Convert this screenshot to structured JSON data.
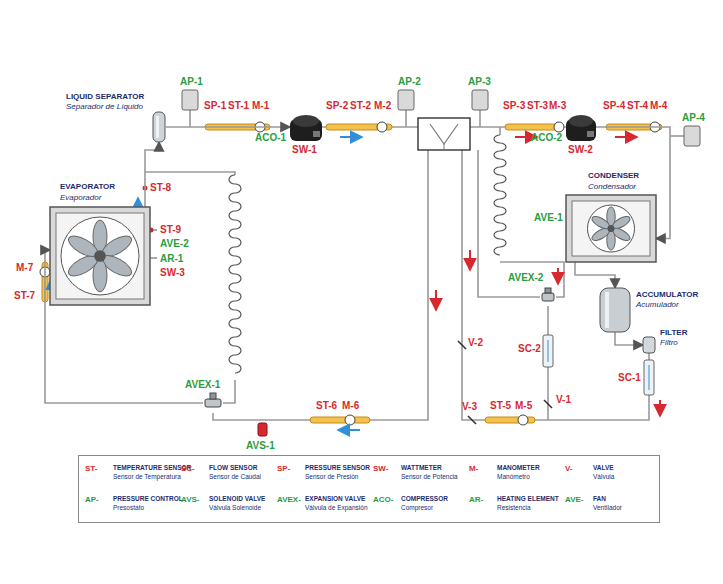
{
  "diagram": {
    "nodes": [
      {
        "text": [
          "LIQUID SEPARATOR",
          "Separador de Líquido"
        ]
      },
      {
        "text": [
          "ACO-1"
        ]
      },
      {
        "text": [
          "ACO-2"
        ]
      },
      {
        "text": [
          "EVAPORATOR",
          "Evaporador"
        ]
      },
      {
        "text": [
          "CONDENSER",
          "Condensador"
        ]
      },
      {
        "text": [
          "ACCUMULATOR",
          "Acumulador"
        ]
      },
      {
        "text": [
          "AVEX-2"
        ]
      },
      {
        "text": [
          "FILTER",
          "Filtro"
        ]
      },
      {
        "text": [
          "AVEX-1"
        ]
      },
      {
        "text": [
          "ST-",
          "TEMPERATURE SENSOR",
          "Sensor de Temperatura",
          "SC-",
          "FLOW SENSOR",
          "Sensor de Caudal",
          "SP-",
          "PRESSURE SENSOR",
          "Sensor de Presión",
          "SW-",
          "WATTMETER",
          "Sensor de Potencia",
          "M-",
          "MANOMETER",
          "Manómetro",
          "V-",
          "VALVE",
          "Válvula",
          "AP-",
          "PRESSURE CONTROL",
          "Presostato",
          "AVS-",
          "SOLENOID VALVE",
          "Válvula Solenoide",
          "AVEX-",
          "EXPANSION VALVE",
          "Válvula de Expansión",
          "ACO-",
          "COMPRESSOR",
          "Compresor",
          "AR-",
          "HEATING ELEMENT",
          "Resistencia",
          "AVE-",
          "FAN",
          "Ventilador"
        ]
      }
    ],
    "edges": [
      {
        "from": 3,
        "to": 0,
        "arrow": "to"
      },
      {
        "from": 0,
        "to": 1,
        "arrow": "to"
      },
      {
        "from": 2,
        "to": 4,
        "arrow": "to"
      },
      {
        "from": 4,
        "to": 5,
        "arrow": "to"
      },
      {
        "from": 5,
        "to": 7,
        "arrow": "to"
      },
      {
        "from": 8,
        "to": 3,
        "arrow": "to"
      }
    ],
    "labels": [
      "AP-1",
      "SP-1",
      "ST-1",
      "M-1",
      "SP-2",
      "ST-2",
      "M-2",
      "AP-2",
      "SW-1",
      "AP-3",
      "SP-3",
      "ST-3",
      "M-3",
      "SP-4",
      "ST-4",
      "M-4",
      "AP-4",
      "SW-2",
      "ST-8",
      "ST-9",
      "AVE-2",
      "AR-1",
      "SW-3",
      "M-7",
      "ST-7",
      "AVE-1",
      "V-2",
      "SC-2",
      "ST-6",
      "M-6",
      "V-3",
      "ST-5",
      "M-5",
      "V-1",
      "SC-1",
      "AVS-1"
    ]
  }
}
